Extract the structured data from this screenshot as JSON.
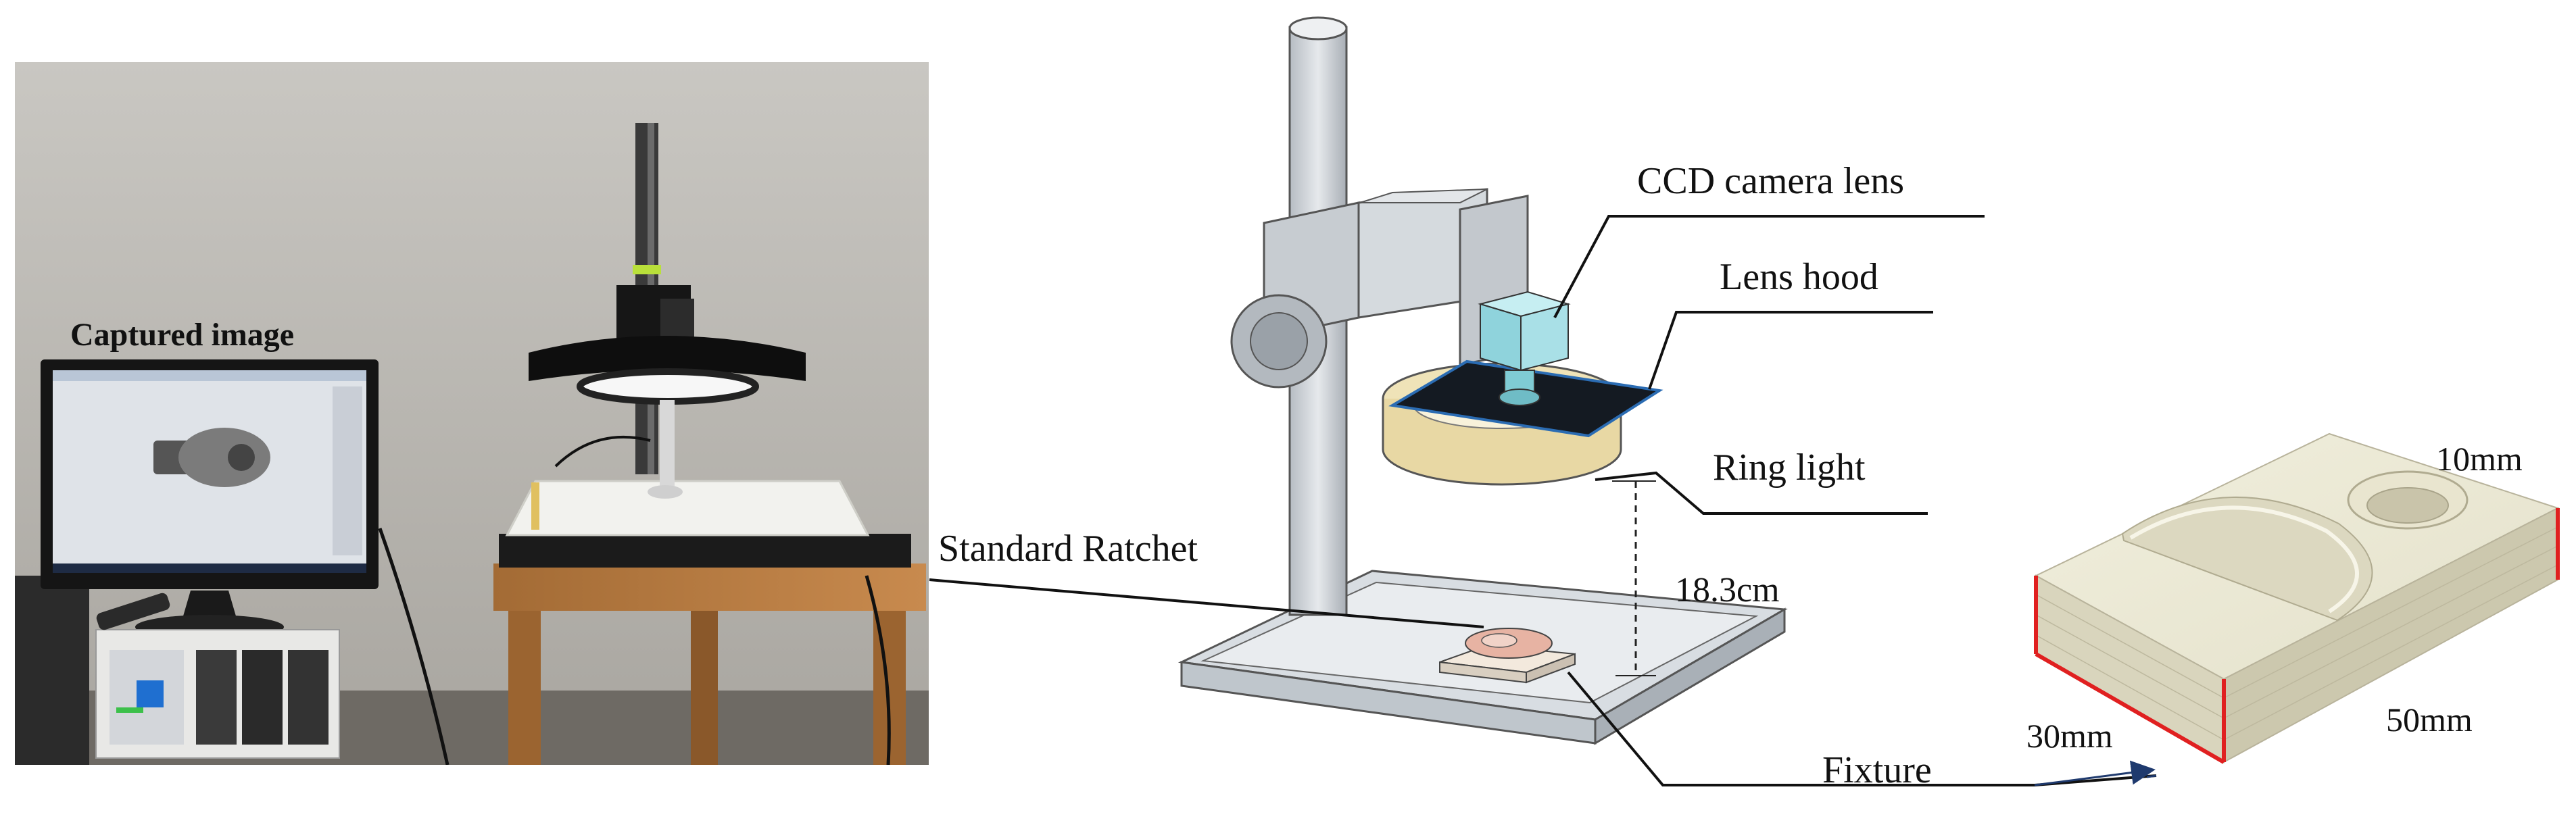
{
  "photo": {
    "caption": "Captured image"
  },
  "diagram": {
    "labels": {
      "camera": "CCD camera lens",
      "hood": "Lens hood",
      "ring": "Ring light",
      "ratchet": "Standard Ratchet",
      "distance": "18.3cm",
      "fixture": "Fixture"
    }
  },
  "fixture_model": {
    "height": "10mm",
    "width": "30mm",
    "length": "50mm"
  },
  "colors": {
    "dimension_edges": "#e02020",
    "arrow": "#1f3a6e"
  }
}
